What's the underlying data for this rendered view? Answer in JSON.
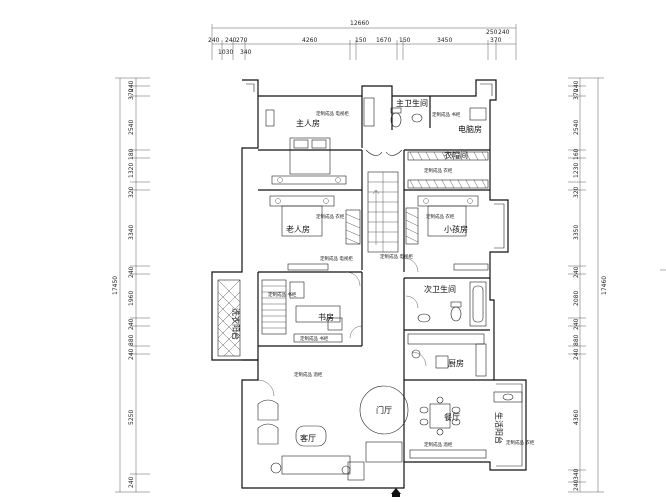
{
  "dimensions": {
    "top_total": "12660",
    "top_segments": [
      "240",
      "240",
      "270",
      "4260",
      "150",
      "1670",
      "150",
      "3450",
      "250",
      "240"
    ],
    "top_sub": [
      "1030",
      "340",
      "370"
    ],
    "left_total": "17450",
    "left_segments": [
      "240",
      "370",
      "2540",
      "180",
      "1320",
      "320",
      "3340",
      "240",
      "1960",
      "240",
      "880",
      "240",
      "5250",
      "240"
    ],
    "right_total": "17460",
    "right_segments": [
      "240",
      "370",
      "2540",
      "160",
      "1230",
      "320",
      "3350",
      "240",
      "2080",
      "240",
      "880",
      "240",
      "4360",
      "340",
      "240"
    ]
  },
  "rooms": {
    "master_bath": "主卫生间",
    "master_bedroom": "主人房",
    "computer_room": "电脑房",
    "closet": "衣帽间",
    "elder_room": "老人房",
    "kids_room": "小孩房",
    "second_bath": "次卫生间",
    "study": "书房",
    "laundry_balcony": "洗衣阳台",
    "kitchen": "厨房",
    "foyer": "门厅",
    "dining": "餐厅",
    "utility_balcony": "生活阳台",
    "living": "客厅"
  },
  "notes": {
    "tv_cabinet": "定制成品 电视柜",
    "wardrobe": "定制成品 衣柜",
    "bookcase": "定制成品 书柜",
    "display_cabinet": "定制成品 酒柜",
    "shoe_cabinet": "定制成品 鞋柜"
  },
  "icons": {
    "entrance": "entrance-arrow-icon"
  }
}
